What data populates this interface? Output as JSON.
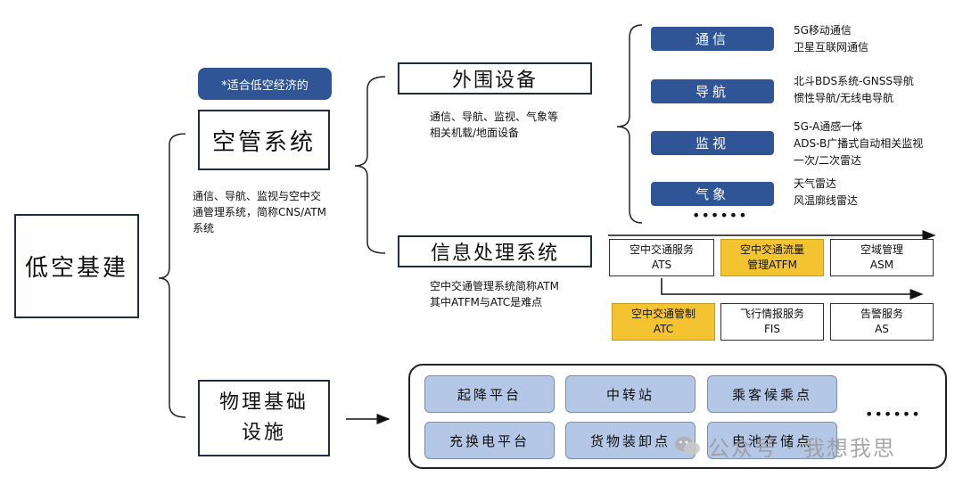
{
  "root": {
    "label": "低空基建"
  },
  "tag": {
    "label": "*适合低空经济的"
  },
  "atc_system": {
    "label": "空管系统",
    "note": "通信、导航、监视与空中交\n通管理系统，简称CNS/ATM\n系统"
  },
  "peripheral": {
    "label": "外围设备",
    "note": "通信、导航、监视、气象等\n相关机载/地面设备",
    "items": [
      {
        "label": "通信",
        "detail": "5G移动通信\n卫星互联网通信"
      },
      {
        "label": "导航",
        "detail": "北斗BDS系统-GNSS导航\n惯性导航/无线电导航"
      },
      {
        "label": "监视",
        "detail": "5G-A通感一体\nADS-B广播式自动相关监视\n一次/二次雷达"
      },
      {
        "label": "气象",
        "detail": "天气雷达\n风温廓线雷达"
      }
    ],
    "more": "••••••"
  },
  "info_processing": {
    "label": "信息处理系统",
    "note": "空中交通管理系统简称ATM\n其中ATFM与ATC是难点",
    "row1": [
      {
        "line1": "空中交通服务",
        "line2": "ATS"
      },
      {
        "line1": "空中交通流量",
        "line2": "管理ATFM"
      },
      {
        "line1": "空域管理",
        "line2": "ASM"
      }
    ],
    "row2": [
      {
        "line1": "空中交通管制",
        "line2": "ATC"
      },
      {
        "line1": "飞行情报服务",
        "line2": "FIS"
      },
      {
        "line1": "告警服务",
        "line2": "AS"
      }
    ]
  },
  "physical": {
    "label_line1": "物理基础",
    "label_line2": "设施",
    "items": [
      "起降平台",
      "中转站",
      "乘客候乘点",
      "充换电平台",
      "货物装卸点",
      "电池存储点"
    ],
    "more": "••••••"
  },
  "watermark": {
    "text": "公众号 · 我想我思"
  },
  "colors": {
    "navy": "#2f5597",
    "light_blue": "#b4c7e7",
    "yellow": "#f4c430"
  }
}
